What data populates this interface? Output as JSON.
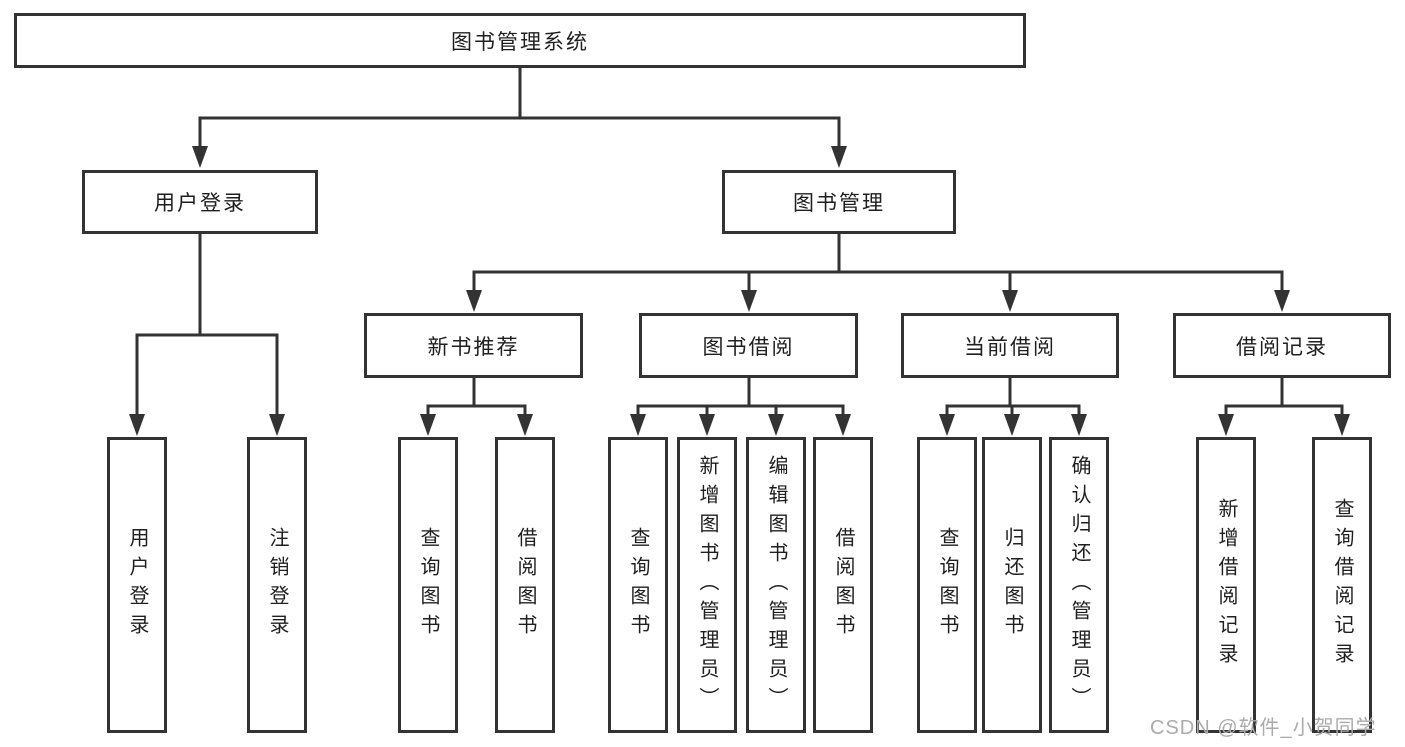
{
  "style": {
    "background": "#ffffff",
    "line_color": "#333333",
    "box_border_color": "#333333",
    "text_color": "#1f1f1f",
    "watermark_color": "#ababab"
  },
  "root": {
    "label": "图书管理系统"
  },
  "branches": [
    {
      "label": "用户登录",
      "children": [
        {
          "label": "用户登录"
        },
        {
          "label": "注销登录"
        }
      ]
    },
    {
      "label": "图书管理",
      "children": [
        {
          "label": "新书推荐",
          "children": [
            {
              "label": "查询图书"
            },
            {
              "label": "借阅图书"
            }
          ]
        },
        {
          "label": "图书借阅",
          "children": [
            {
              "label": "查询图书"
            },
            {
              "label": "新增图书（管理员）"
            },
            {
              "label": "编辑图书（管理员）"
            },
            {
              "label": "借阅图书"
            }
          ]
        },
        {
          "label": "当前借阅",
          "children": [
            {
              "label": "查询图书"
            },
            {
              "label": "归还图书"
            },
            {
              "label": "确认归还（管理员）"
            }
          ]
        },
        {
          "label": "借阅记录",
          "children": [
            {
              "label": "新增借阅记录"
            },
            {
              "label": "查询借阅记录"
            }
          ]
        }
      ]
    }
  ],
  "watermark": "CSDN @软件_小贺同学"
}
